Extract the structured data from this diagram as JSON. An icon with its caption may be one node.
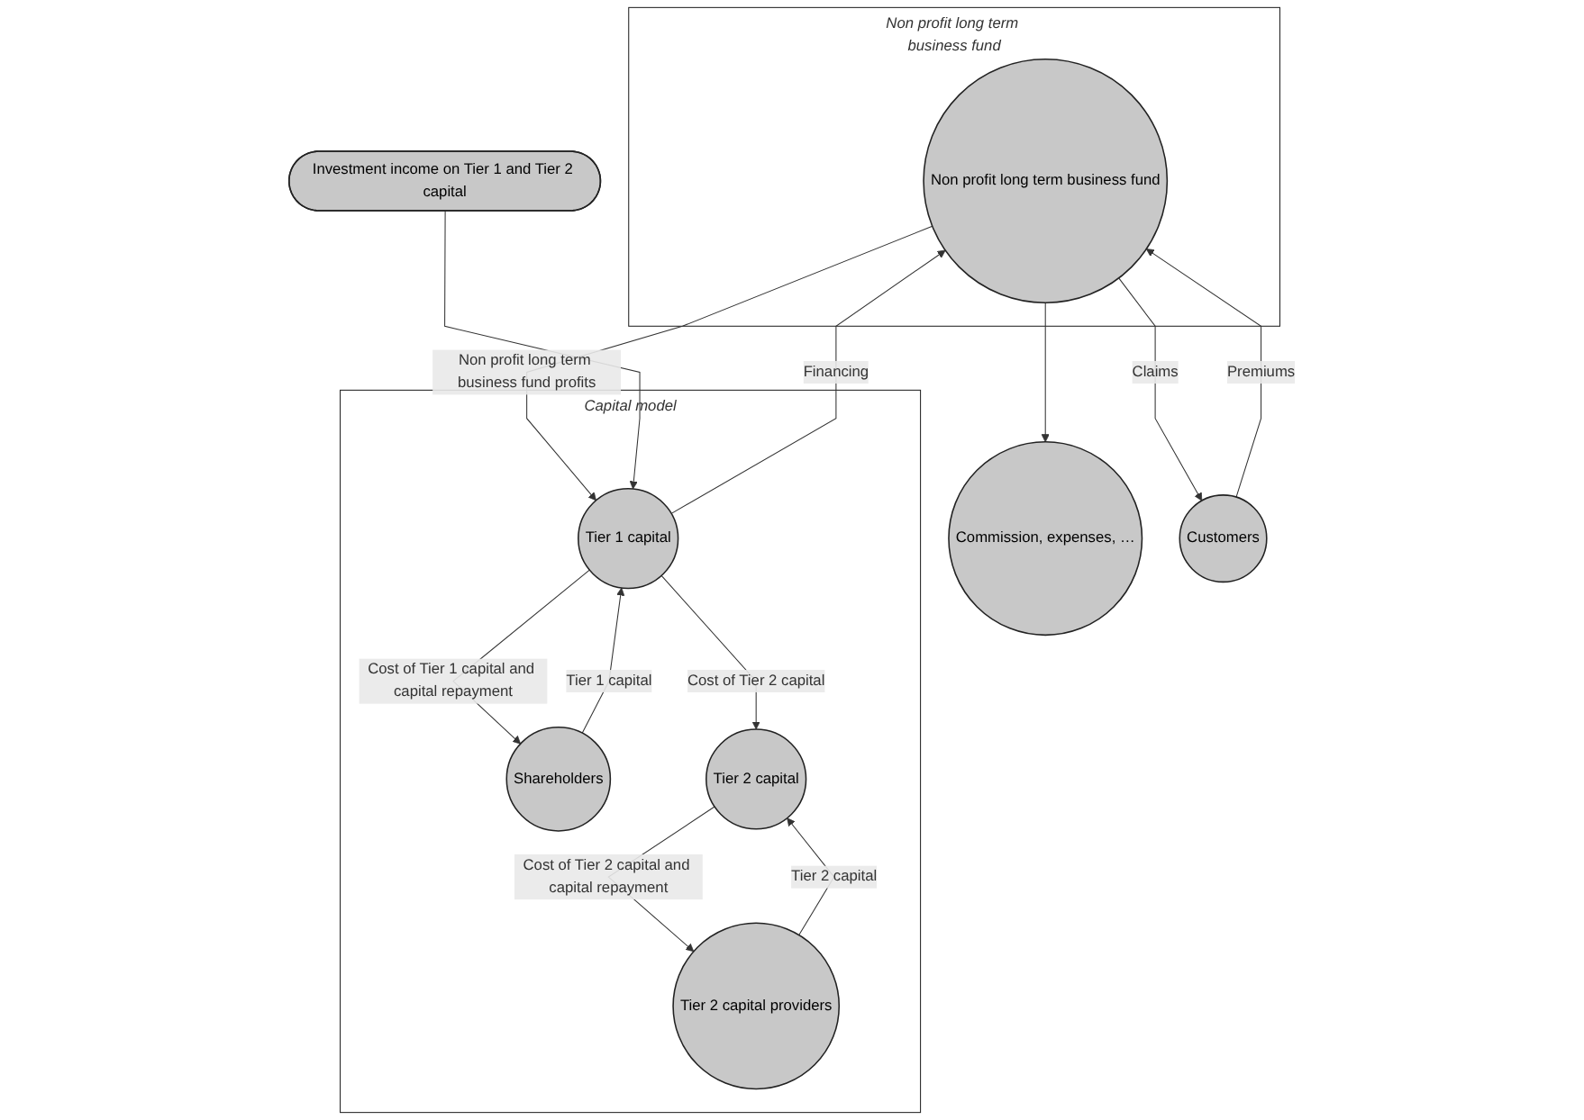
{
  "diagram": {
    "nodes": [
      {
        "text": [
          "Commission, expenses, …"
        ]
      },
      {
        "text": [
          "Non profit long term business fund"
        ]
      },
      {
        "text": [
          "Non profit long term business fund"
        ],
        "in": 1
      },
      {
        "text": [
          "Customers"
        ]
      },
      {
        "text": [
          "Capital model"
        ]
      },
      {
        "text": [
          "Shareholders"
        ],
        "in": 4
      },
      {
        "text": [
          "Tier 1 capital"
        ],
        "in": 4
      },
      {
        "text": [
          "Tier 2 capital"
        ],
        "in": 4
      },
      {
        "text": [
          "Tier 2 capital providers"
        ],
        "in": 4
      },
      {
        "text": [
          "Investment income on Tier 1 and Tier 2 capital"
        ]
      }
    ],
    "edges": [
      {
        "from": 2,
        "to": 0,
        "arrow": "to"
      },
      {
        "from": 2,
        "to": 3,
        "label": "Claims",
        "arrow": "to"
      },
      {
        "from": 3,
        "to": 2,
        "label": "Premiums",
        "arrow": "to"
      },
      {
        "from": 6,
        "to": 2,
        "label": "Financing",
        "arrow": "to"
      },
      {
        "from": 2,
        "to": 6,
        "label": "Non profit long term business fund profits",
        "arrow": "to"
      },
      {
        "from": 5,
        "to": 6,
        "label": "Tier 1 capital",
        "arrow": "to"
      },
      {
        "from": 6,
        "to": 5,
        "label": "Cost of Tier 1 capital and capital repayment",
        "arrow": "to"
      },
      {
        "from": 6,
        "to": 7,
        "label": "Cost of Tier 2 capital",
        "arrow": "to"
      },
      {
        "from": 8,
        "to": 7,
        "label": "Tier 2 capital",
        "arrow": "to"
      },
      {
        "from": 7,
        "to": 8,
        "label": "Cost of Tier 2 capital and capital repayment",
        "arrow": "to"
      },
      {
        "from": 9,
        "to": 6,
        "arrow": "to"
      }
    ]
  }
}
